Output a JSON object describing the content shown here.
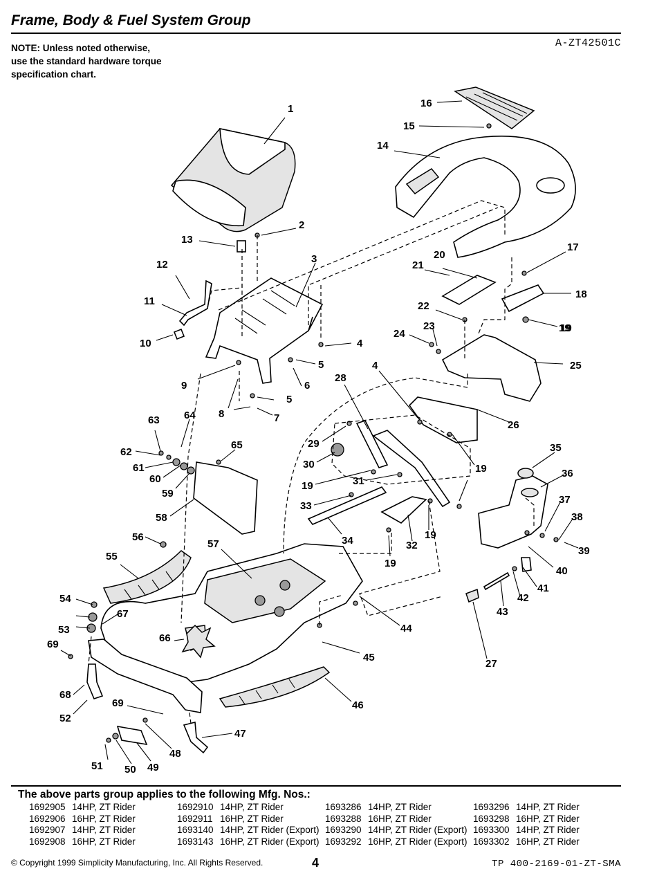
{
  "header": {
    "title": "Frame, Body & Fuel System Group",
    "code": "A-ZT42501C",
    "note_lines": [
      "NOTE: Unless noted otherwise,",
      "use the standard hardware torque",
      "specification chart."
    ]
  },
  "diagram": {
    "callouts": [
      "1",
      "2",
      "3",
      "4",
      "4",
      "5",
      "5",
      "6",
      "7",
      "8",
      "9",
      "10",
      "11",
      "12",
      "13",
      "14",
      "15",
      "16",
      "17",
      "18",
      "19",
      "19",
      "19",
      "19",
      "19",
      "19",
      "20",
      "21",
      "22",
      "23",
      "24",
      "25",
      "26",
      "27",
      "28",
      "29",
      "30",
      "31",
      "32",
      "33",
      "34",
      "35",
      "36",
      "37",
      "38",
      "39",
      "40",
      "41",
      "42",
      "43",
      "44",
      "45",
      "46",
      "47",
      "48",
      "49",
      "50",
      "51",
      "52",
      "53",
      "54",
      "55",
      "56",
      "57",
      "58",
      "59",
      "60",
      "61",
      "62",
      "63",
      "64",
      "65",
      "66",
      "67",
      "68",
      "69",
      "69"
    ]
  },
  "applies": {
    "heading": "The above parts group applies to the following Mfg. Nos.:",
    "columns": [
      [
        {
          "num": "1692905",
          "desc": "14HP, ZT Rider"
        },
        {
          "num": "1692906",
          "desc": "16HP, ZT Rider"
        },
        {
          "num": "1692907",
          "desc": "14HP, ZT Rider"
        },
        {
          "num": "1692908",
          "desc": "16HP, ZT Rider"
        }
      ],
      [
        {
          "num": "1692910",
          "desc": "14HP, ZT Rider"
        },
        {
          "num": "1692911",
          "desc": "16HP, ZT Rider"
        },
        {
          "num": "1693140",
          "desc": "14HP, ZT Rider (Export)"
        },
        {
          "num": "1693143",
          "desc": "16HP, ZT Rider (Export)"
        }
      ],
      [
        {
          "num": "1693286",
          "desc": "14HP, ZT Rider"
        },
        {
          "num": "1693288",
          "desc": "16HP, ZT Rider"
        },
        {
          "num": "1693290",
          "desc": "14HP, ZT Rider (Export)"
        },
        {
          "num": "1693292",
          "desc": "16HP, ZT Rider (Export)"
        }
      ],
      [
        {
          "num": "1693296",
          "desc": "14HP, ZT Rider"
        },
        {
          "num": "1693298",
          "desc": "16HP, ZT Rider"
        },
        {
          "num": "1693300",
          "desc": "14HP, ZT Rider"
        },
        {
          "num": "1693302",
          "desc": "16HP, ZT Rider"
        }
      ]
    ]
  },
  "footer": {
    "copyright": "© Copyright 1999 Simplicity Manufacturing, Inc. All Rights Reserved.",
    "page_number": "4",
    "doc_code": "TP 400-2169-01-ZT-SMA"
  }
}
